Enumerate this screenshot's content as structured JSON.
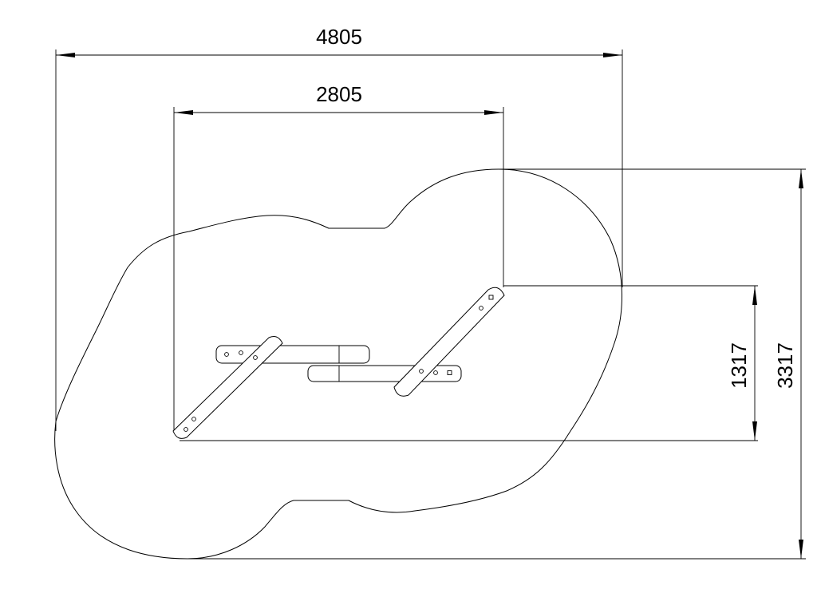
{
  "dimensions": {
    "total_width": "4805",
    "inner_width": "2805",
    "inner_height": "1317",
    "total_height": "3317"
  }
}
